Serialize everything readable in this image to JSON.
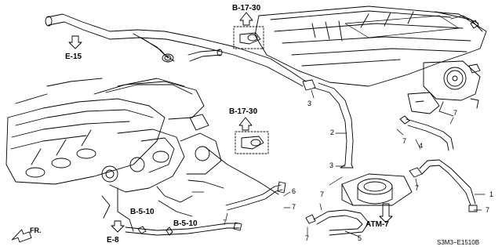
{
  "references": {
    "b1730_top": "B-17-30",
    "b1730_mid": "B-17-30",
    "e15": "E-15",
    "atm7": "ATM-7",
    "b510_a": "B-5-10",
    "b510_b": "B-5-10",
    "e8": "E-8"
  },
  "fr_label": "FR.",
  "callouts": {
    "n1": "1",
    "n2": "2",
    "n3a": "3",
    "n3b": "3",
    "n4": "4",
    "n5": "5",
    "n6": "6",
    "n7a": "7",
    "n7b": "7",
    "n7c": "7",
    "n7d": "7",
    "n7e": "7",
    "n7f": "7",
    "n7g": "7",
    "n7h": "7"
  },
  "diagram_code": "S3M3−E1510B"
}
